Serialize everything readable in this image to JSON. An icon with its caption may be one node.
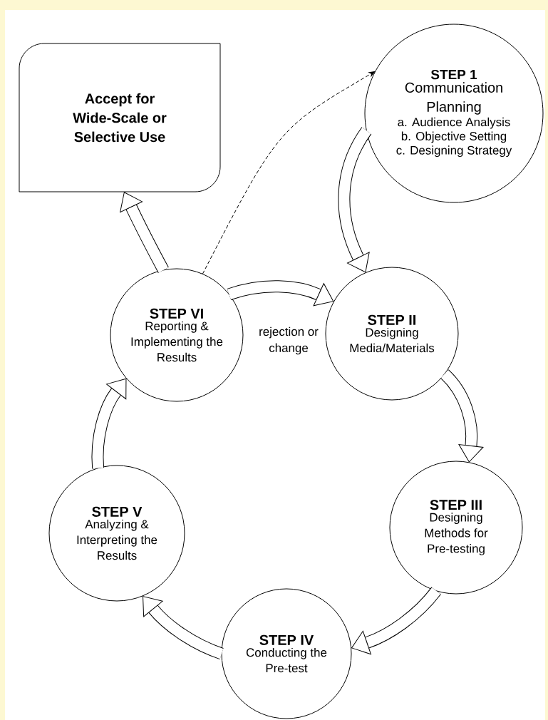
{
  "diagram": {
    "nodes": [
      {
        "text": [
          "Accept for Wide-Scale or Selective Use"
        ]
      },
      {
        "text": [
          "STEP 1",
          "Communication Planning",
          "a. Audience Analysis",
          "b. Objective Setting",
          "c. Designing Strategy"
        ]
      },
      {
        "text": [
          "STEP II",
          "Designing Media/Materials"
        ]
      },
      {
        "text": [
          "STEP III",
          "Designing Methods for Pre-testing"
        ]
      },
      {
        "text": [
          "STEP IV",
          "Conducting the Pre-test"
        ]
      },
      {
        "text": [
          "STEP V",
          "Analyzing & Interpreting the Results"
        ]
      },
      {
        "text": [
          "STEP VI",
          "Reporting & Implementing the Results"
        ]
      }
    ],
    "edges": [
      {
        "from": 1,
        "to": 2,
        "arrow": "to"
      },
      {
        "from": 2,
        "to": 3,
        "arrow": "to"
      },
      {
        "from": 3,
        "to": 4,
        "arrow": "to"
      },
      {
        "from": 4,
        "to": 5,
        "arrow": "to"
      },
      {
        "from": 5,
        "to": 6,
        "arrow": "to"
      },
      {
        "from": 6,
        "to": 2,
        "arrow": "to",
        "label": "rejection or change"
      },
      {
        "from": 6,
        "to": 0,
        "arrow": "to"
      },
      {
        "from": 6,
        "to": 1,
        "arrow": "to",
        "style": "dashed"
      }
    ]
  }
}
